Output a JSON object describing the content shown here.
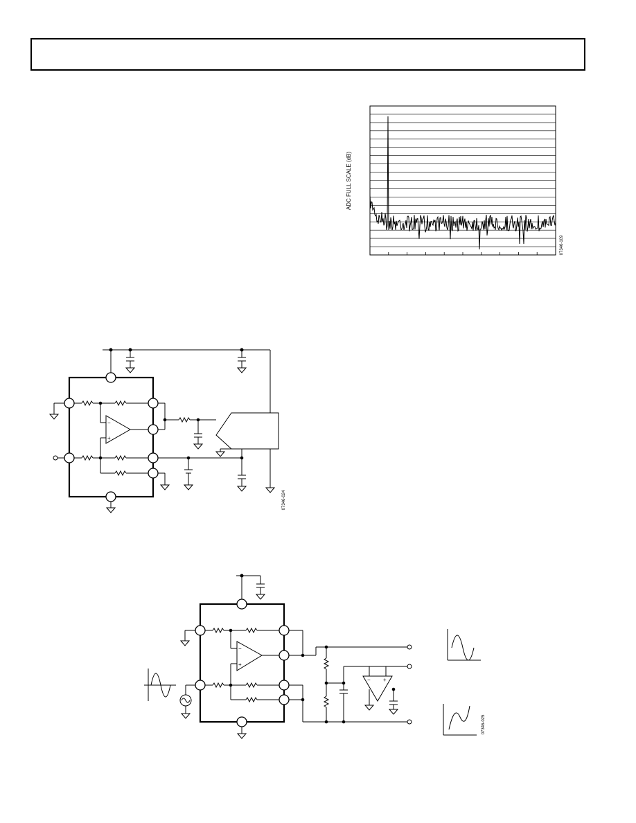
{
  "header": {
    "title": ""
  },
  "spectrum_chart": {
    "ylabel": "ADC FULL SCALE (dB)",
    "figure_code": "07346-109"
  },
  "figure_adc_circuit": {
    "figure_code": "07346-024"
  },
  "figure_level_shift": {
    "figure_code": "07346-025"
  },
  "colors": {
    "ink": "#000000",
    "paper": "#ffffff"
  }
}
